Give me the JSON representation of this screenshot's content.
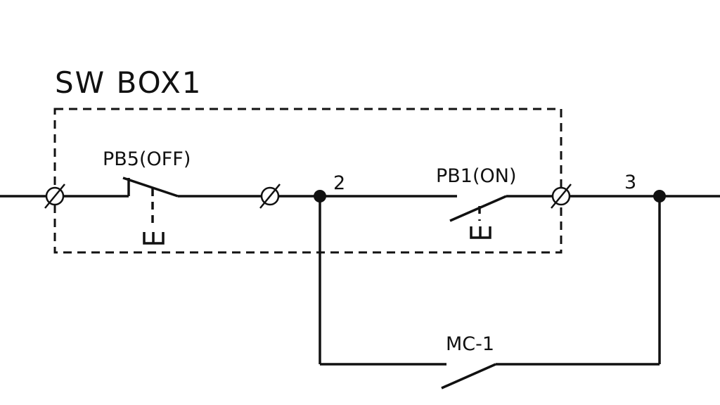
{
  "title": "SW BOX1",
  "components": {
    "pb5": "PB5(OFF)",
    "pb1": "PB1(ON)",
    "mc1": "MC-1"
  },
  "nodes": {
    "n2": "2",
    "n3": "3"
  },
  "colors": {
    "line": "#111111",
    "background": "#ffffff"
  }
}
